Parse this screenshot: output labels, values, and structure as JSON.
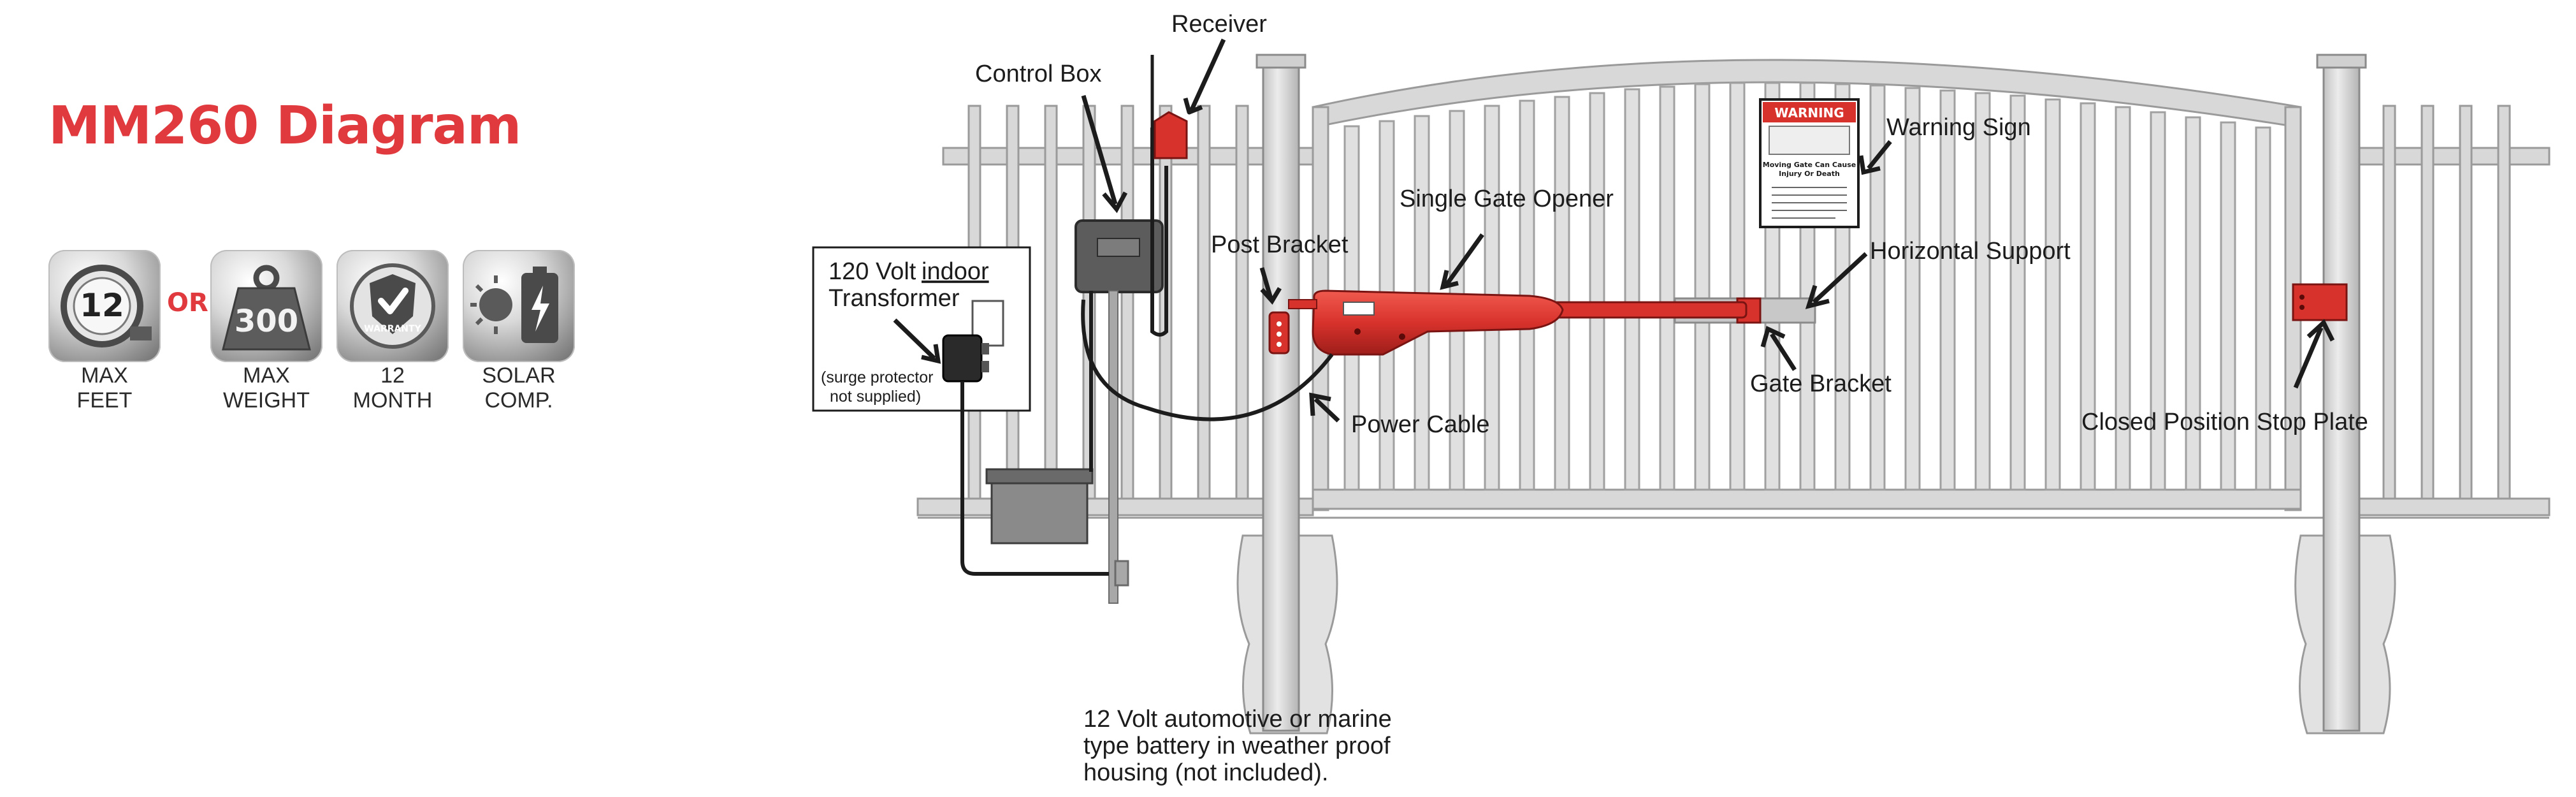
{
  "title": "MM260 Diagram",
  "badges": [
    {
      "icon": "tape-measure-icon",
      "value": "12",
      "caption_line1": "MAX",
      "caption_line2": "FEET"
    },
    {
      "icon": "weight-icon",
      "value": "300",
      "caption_line1": "MAX",
      "caption_line2": "WEIGHT"
    },
    {
      "icon": "warranty-shield-icon",
      "value": "WARRANTY",
      "caption_line1": "12",
      "caption_line2": "MONTH"
    },
    {
      "icon": "solar-battery-icon",
      "value": "",
      "caption_line1": "SOLAR",
      "caption_line2": "COMP."
    }
  ],
  "or_text": "OR",
  "colors": {
    "accent": "#e03a3e",
    "gate": "#d8d8d8",
    "gate_edge": "#9a9a9a",
    "opener_red": "#d8322c"
  },
  "labels": {
    "receiver": "Receiver",
    "control_box": "Control Box",
    "transformer_line1": "120 Volt",
    "transformer_indoor": "indoor",
    "transformer_line2": "Transformer",
    "surge_line1": "(surge protector",
    "surge_line2": "not supplied)",
    "post_bracket": "Post Bracket",
    "single_gate_opener": "Single Gate Opener",
    "warning_sign": "Warning Sign",
    "horizontal_support": "Horizontal Support",
    "gate_bracket": "Gate Bracket",
    "power_cable": "Power Cable",
    "closed_position_stop_plate": "Closed Position Stop Plate",
    "battery_line1": "12 Volt automotive or marine",
    "battery_line2": "type battery in weather proof",
    "battery_line3": "housing (not included)."
  },
  "warning_sign": {
    "header": "WARNING",
    "text_line1": "Moving Gate Can Cause",
    "text_line2": "Injury Or Death"
  }
}
